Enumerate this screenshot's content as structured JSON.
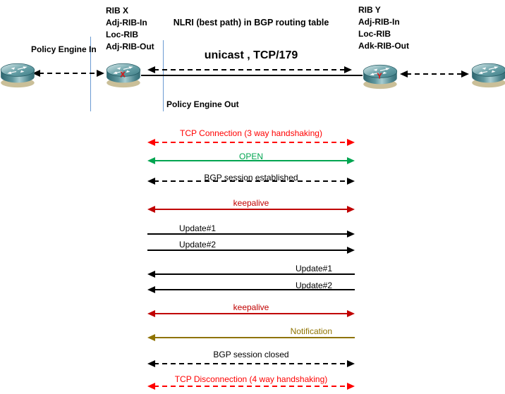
{
  "topology": {
    "nlri_caption": "NLRI (best path) in BGP routing table",
    "transport_caption": "unicast , TCP/179",
    "policy_engine_in": "Policy Engine In",
    "policy_engine_out": "Policy Engine Out",
    "rib_x": {
      "title": "RIB X",
      "lines": [
        "Adj-RIB-In",
        "Loc-RIB",
        "Adj-RIB-Out"
      ]
    },
    "rib_y": {
      "title": "RIB Y",
      "lines": [
        "Adj-RIB-In",
        "Loc-RIB",
        "Adk-RIB-Out"
      ]
    },
    "router_x_label": "X",
    "router_y_label": "Y"
  },
  "colors": {
    "bright_red": "#FF0000",
    "dark_red": "#C00000",
    "green": "#00A550",
    "olive": "#8F7300",
    "black": "#000000",
    "boundary_blue": "#6B9BD2"
  },
  "messages": [
    {
      "label": "TCP Connection (3 way handshaking)",
      "color": "#FF0000",
      "line": "dashed",
      "direction": "both",
      "align": "center"
    },
    {
      "label": "OPEN",
      "color": "#00A550",
      "line": "solid",
      "direction": "both",
      "align": "center"
    },
    {
      "label": "BGP session established",
      "color": "#000000",
      "line": "dashed",
      "direction": "both",
      "align": "center"
    },
    {
      "label": "keepalive",
      "color": "#C00000",
      "line": "solid",
      "direction": "both",
      "align": "center"
    },
    {
      "label": "Update#1",
      "color": "#000000",
      "line": "solid",
      "direction": "right",
      "align": "left"
    },
    {
      "label": "Update#2",
      "color": "#000000",
      "line": "solid",
      "direction": "right",
      "align": "left"
    },
    {
      "label": "Update#1",
      "color": "#000000",
      "line": "solid",
      "direction": "left",
      "align": "right"
    },
    {
      "label": "Update#2",
      "color": "#000000",
      "line": "solid",
      "direction": "left",
      "align": "right"
    },
    {
      "label": "keepalive",
      "color": "#C00000",
      "line": "solid",
      "direction": "both",
      "align": "center"
    },
    {
      "label": "Notification",
      "color": "#8F7300",
      "line": "solid",
      "direction": "left",
      "align": "right"
    },
    {
      "label": "BGP session closed",
      "color": "#000000",
      "line": "dashed",
      "direction": "both",
      "align": "center"
    },
    {
      "label": "TCP Disconnection (4 way handshaking)",
      "color": "#FF0000",
      "line": "dashed",
      "direction": "both",
      "align": "center"
    }
  ]
}
